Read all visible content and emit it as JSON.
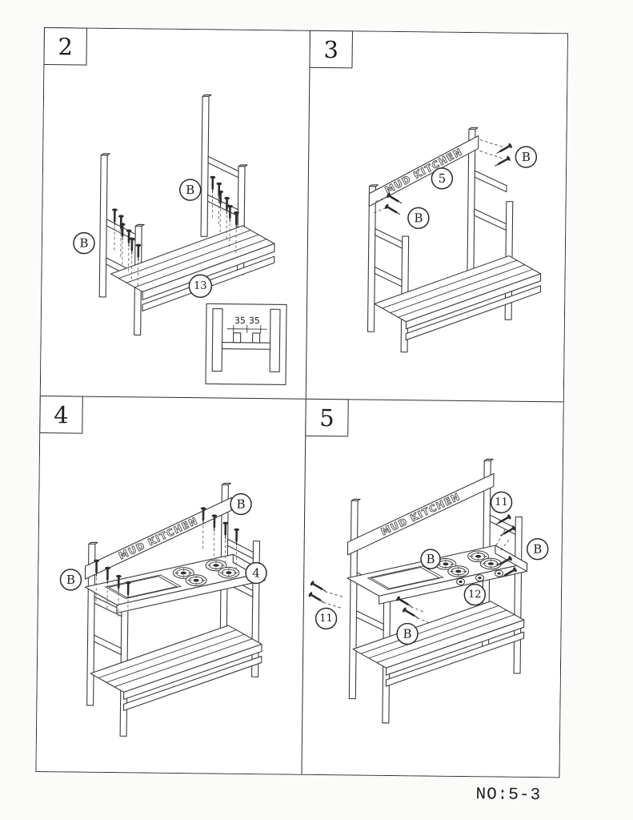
{
  "page": {
    "doc_number": "NO:5-3"
  },
  "panels": {
    "step2": {
      "number": "2",
      "callout_b_left": "B",
      "callout_b_right": "B",
      "callout_part": "13",
      "inset_dim_left": "35",
      "inset_dim_right": "35"
    },
    "step3": {
      "number": "3",
      "sign": "MUD KITCHEN",
      "callout_b_left": "B",
      "callout_b_right": "B",
      "callout_part": "5"
    },
    "step4": {
      "number": "4",
      "sign": "MUD KITCHEN",
      "callout_b_left": "B",
      "callout_b_right": "B",
      "callout_part": "4"
    },
    "step5": {
      "number": "5",
      "sign": "MUD KITCHEN",
      "callout_b_counter": "B",
      "callout_b_right": "B",
      "callout_b_front": "B",
      "callout_11_left": "11",
      "callout_11_right": "11",
      "callout_12": "12"
    }
  }
}
